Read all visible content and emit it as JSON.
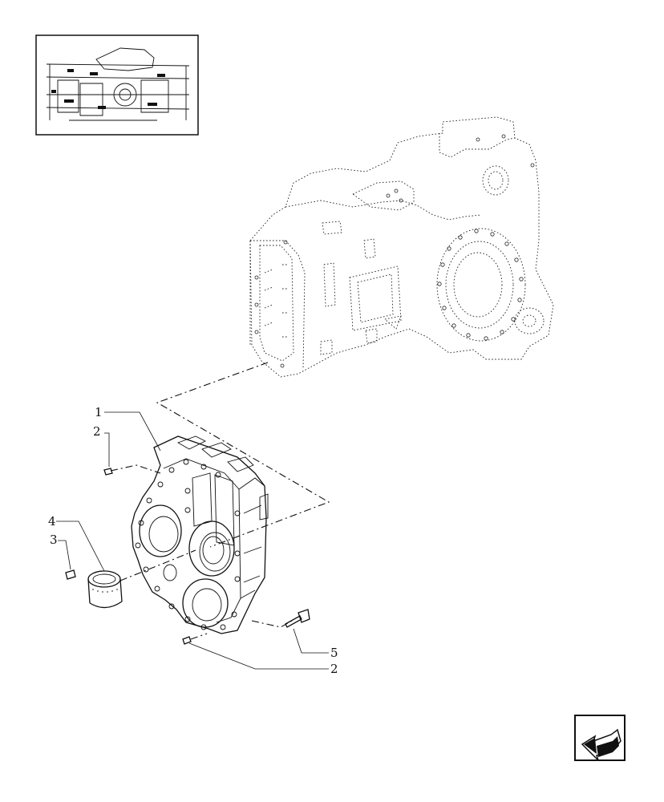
{
  "figure": {
    "callouts": [
      {
        "id": "c1",
        "text": "1"
      },
      {
        "id": "c2a",
        "text": "2"
      },
      {
        "id": "c2b",
        "text": "2"
      },
      {
        "id": "c3",
        "text": "3"
      },
      {
        "id": "c4",
        "text": "4"
      },
      {
        "id": "c5",
        "text": "5"
      }
    ],
    "icons": {
      "thumbnail": "assembly-overview-thumbnail",
      "nav": "back-arrow-icon"
    }
  }
}
